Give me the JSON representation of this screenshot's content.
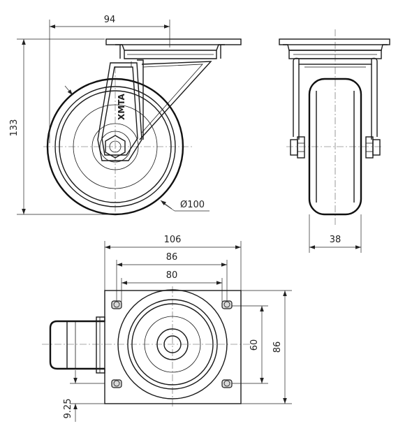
{
  "dimensions": {
    "top_width": "94",
    "total_height": "133",
    "wheel_diameter": "Ø100",
    "wheel_width": "38",
    "plate_outer_width": "106",
    "hole_spacing_outer": "86",
    "hole_spacing_inner": "80",
    "hole_spacing_vertical": "60",
    "plate_height": "86",
    "offset": "9.25"
  },
  "brand_mark": "XMTA"
}
